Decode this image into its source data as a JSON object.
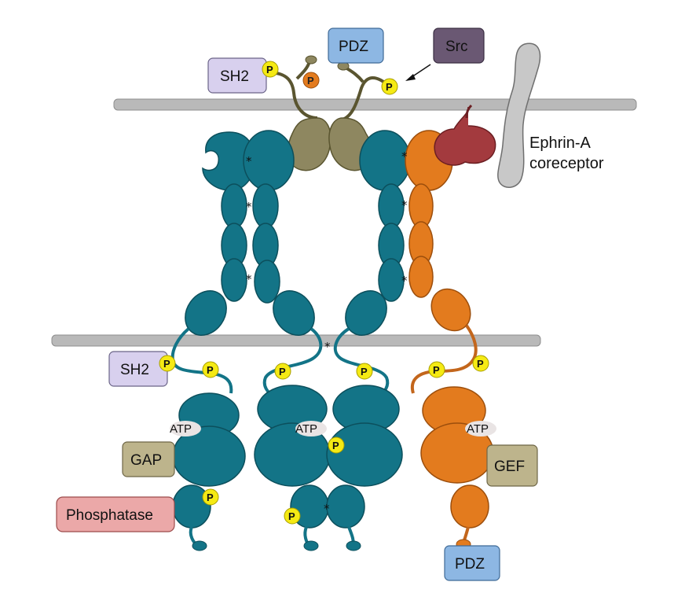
{
  "labels": {
    "ephrin_line1": "Ephrin-A",
    "ephrin_line2": "coreceptor",
    "atp": "ATP",
    "phospho": "P",
    "star": "*"
  },
  "boxes": {
    "sh2_top": "SH2",
    "pdz_top": "PDZ",
    "src": "Src",
    "sh2_bottom": "SH2",
    "gap": "GAP",
    "phosphatase": "Phosphatase",
    "gef": "GEF",
    "pdz_bottom": "PDZ"
  },
  "colors": {
    "teal": "#137487",
    "orange": "#E37B1E",
    "olive": "#8E8760",
    "maroon": "#A33A3E",
    "membrane": "#B5B5B5",
    "phospho_yellow": "#F5EA14",
    "sh2_box": "#D8D0EE",
    "pdz_box": "#8DB7E3",
    "src_box": "#6A5873",
    "gap_box": "#BDB48C",
    "phosphatase_box": "#EBA8A8",
    "gef_box": "#BDB48C"
  }
}
